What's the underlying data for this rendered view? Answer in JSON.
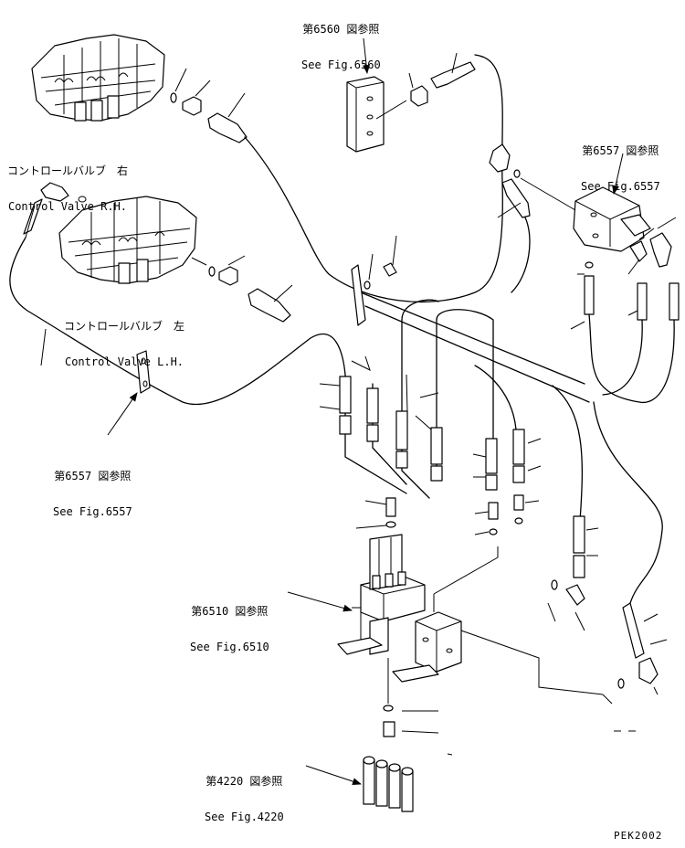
{
  "labels": {
    "fig6560": {
      "jp": "第6560 図参照",
      "en": "See Fig.6560"
    },
    "fig6557_top": {
      "jp": "第6557 図参照",
      "en": "See Fig.6557"
    },
    "cv_rh": {
      "jp": "コントロールバルブ　右",
      "en": "Control Valve R.H."
    },
    "cv_lh": {
      "jp": "コントロールバルブ　左",
      "en": "Control Valve L.H."
    },
    "fig6557_bottom": {
      "jp": "第6557 図参照",
      "en": "See Fig.6557"
    },
    "fig6510": {
      "jp": "第6510 図参照",
      "en": "See Fig.6510"
    },
    "fig4220": {
      "jp": "第4220 図参照",
      "en": "See Fig.4220"
    }
  },
  "drawing_code": "PEK2002"
}
